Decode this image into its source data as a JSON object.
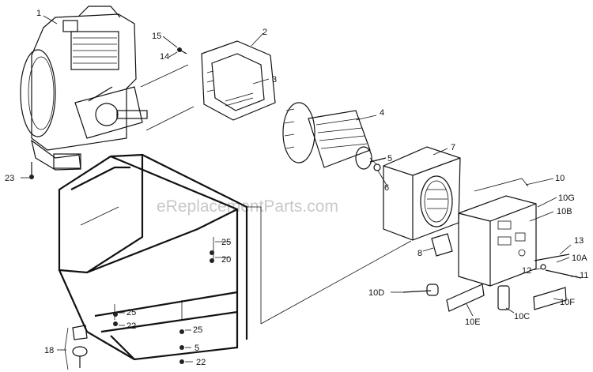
{
  "watermark": "eReplacementParts.com",
  "labels": {
    "l1": "1",
    "l2": "2",
    "l3": "3",
    "l4": "4",
    "l5a": "5",
    "l6a": "6",
    "l7": "7",
    "l8": "8",
    "l10": "10",
    "l10G": "10G",
    "l10B": "10B",
    "l13": "13",
    "l10A": "10A",
    "l12": "12",
    "l11": "11",
    "l10D": "10D",
    "l10E": "10E",
    "l10C": "10C",
    "l10F": "10F",
    "l14": "14",
    "l15": "15",
    "l23": "23",
    "l25a": "25",
    "l20": "20",
    "l25b": "25",
    "l22a": "22",
    "l25c": "25",
    "l5b": "5",
    "l22b": "22",
    "l18": "18"
  }
}
